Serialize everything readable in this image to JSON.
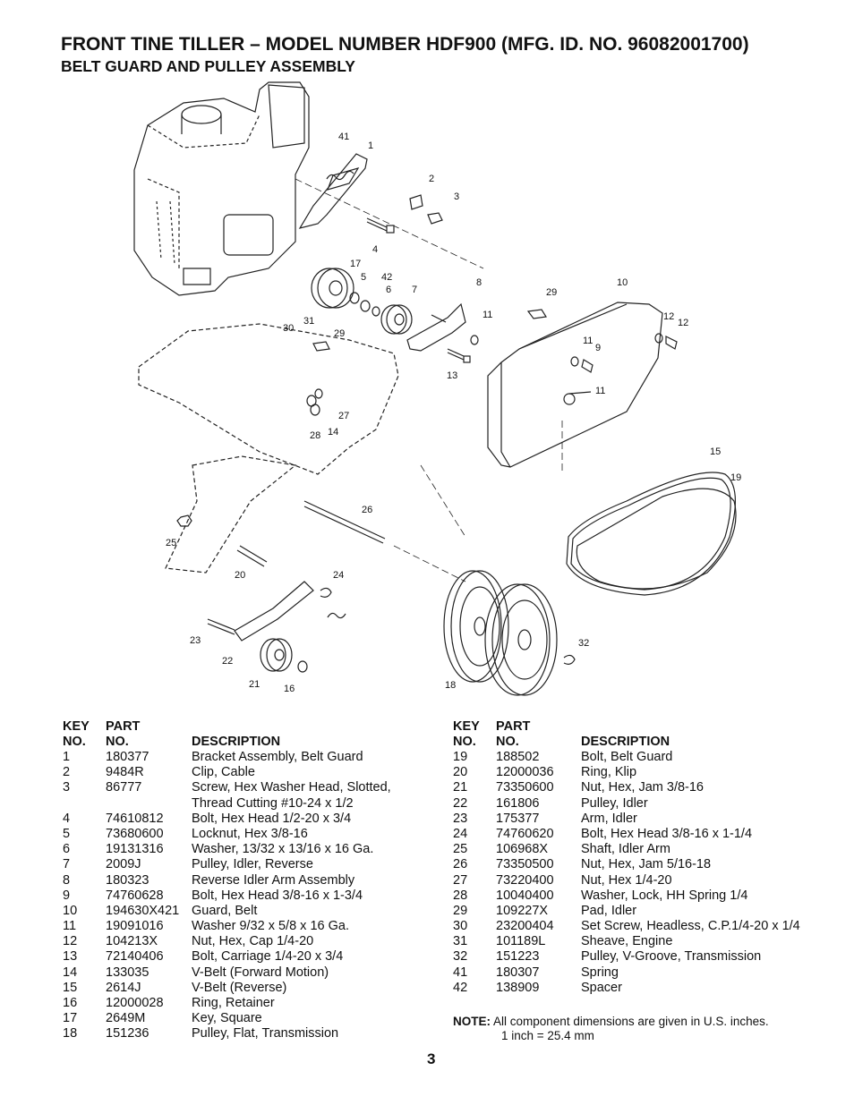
{
  "header": {
    "title": "FRONT TINE TILLER – MODEL NUMBER HDF900 (MFG. ID. NO. 96082001700)",
    "subtitle": "BELT GUARD AND PULLEY ASSEMBLY"
  },
  "diagram": {
    "callouts": [
      "41",
      "1",
      "2",
      "3",
      "4",
      "17",
      "5",
      "42",
      "6",
      "7",
      "8",
      "29",
      "10",
      "11",
      "12",
      "30",
      "31",
      "29",
      "11",
      "12",
      "9",
      "13",
      "11",
      "27",
      "28",
      "14",
      "15",
      "19",
      "26",
      "25",
      "20",
      "24",
      "23",
      "22",
      "21",
      "16",
      "32",
      "18"
    ]
  },
  "table_headers": {
    "key_line1": "KEY",
    "key_line2": "NO.",
    "part_line1": "PART",
    "part_line2": "NO.",
    "description": "DESCRIPTION"
  },
  "parts_left": [
    {
      "key": "1",
      "part": "180377",
      "desc": "Bracket Assembly, Belt Guard"
    },
    {
      "key": "2",
      "part": "9484R",
      "desc": "Clip, Cable"
    },
    {
      "key": "3",
      "part": "86777",
      "desc": "Screw, Hex Washer Head, Slotted,",
      "desc2": "Thread Cutting  #10-24 x 1/2"
    },
    {
      "key": "4",
      "part": "74610812",
      "desc": "Bolt, Hex Head  1/2-20 x 3/4"
    },
    {
      "key": "5",
      "part": "73680600",
      "desc": "Locknut, Hex  3/8-16"
    },
    {
      "key": "6",
      "part": "19131316",
      "desc": "Washer, 13/32 x 13/16 x 16 Ga."
    },
    {
      "key": "7",
      "part": "2009J",
      "desc": "Pulley, Idler, Reverse"
    },
    {
      "key": "8",
      "part": "180323",
      "desc": "Reverse Idler Arm Assembly"
    },
    {
      "key": "9",
      "part": "74760628",
      "desc": "Bolt, Hex Head  3/8-16 x 1-3/4"
    },
    {
      "key": "10",
      "part": "194630X421",
      "desc": "Guard, Belt"
    },
    {
      "key": "11",
      "part": "19091016",
      "desc": "Washer  9/32 x 5/8 x 16 Ga."
    },
    {
      "key": "12",
      "part": "104213X",
      "desc": "Nut, Hex, Cap  1/4-20"
    },
    {
      "key": "13",
      "part": "72140406",
      "desc": "Bolt, Carriage  1/4-20 x 3/4"
    },
    {
      "key": "14",
      "part": "133035",
      "desc": "V-Belt (Forward Motion)"
    },
    {
      "key": "15",
      "part": "2614J",
      "desc": "V-Belt (Reverse)"
    },
    {
      "key": "16",
      "part": "12000028",
      "desc": "Ring, Retainer"
    },
    {
      "key": "17",
      "part": "2649M",
      "desc": "Key, Square"
    },
    {
      "key": "18",
      "part": "151236",
      "desc": "Pulley, Flat, Transmission"
    }
  ],
  "parts_right": [
    {
      "key": "19",
      "part": "188502",
      "desc": "Bolt, Belt Guard"
    },
    {
      "key": "20",
      "part": "12000036",
      "desc": "Ring, Klip"
    },
    {
      "key": "21",
      "part": "73350600",
      "desc": "Nut, Hex, Jam  3/8-16"
    },
    {
      "key": "22",
      "part": "161806",
      "desc": "Pulley, Idler"
    },
    {
      "key": "23",
      "part": "175377",
      "desc": "Arm, Idler"
    },
    {
      "key": "24",
      "part": "74760620",
      "desc": "Bolt, Hex Head  3/8-16 x 1-1/4"
    },
    {
      "key": "25",
      "part": "106968X",
      "desc": "Shaft, Idler Arm"
    },
    {
      "key": "26",
      "part": "73350500",
      "desc": "Nut, Hex, Jam  5/16-18"
    },
    {
      "key": "27",
      "part": "73220400",
      "desc": "Nut, Hex  1/4-20"
    },
    {
      "key": "28",
      "part": "10040400",
      "desc": "Washer, Lock, HH Spring  1/4"
    },
    {
      "key": "29",
      "part": "109227X",
      "desc": "Pad, Idler"
    },
    {
      "key": "30",
      "part": "23200404",
      "desc": "Set Screw, Headless, C.P.1/4-20 x 1/4"
    },
    {
      "key": "31",
      "part": "101189L",
      "desc": "Sheave, Engine"
    },
    {
      "key": "32",
      "part": "151223",
      "desc": "Pulley, V-Groove, Transmission"
    },
    {
      "key": "41",
      "part": "180307",
      "desc": "Spring"
    },
    {
      "key": "42",
      "part": "138909",
      "desc": "Spacer"
    }
  ],
  "note": {
    "label": "NOTE:",
    "line1": "All component dimensions are given in U.S. inches.",
    "line2": "1 inch = 25.4 mm"
  },
  "page_number": "3"
}
